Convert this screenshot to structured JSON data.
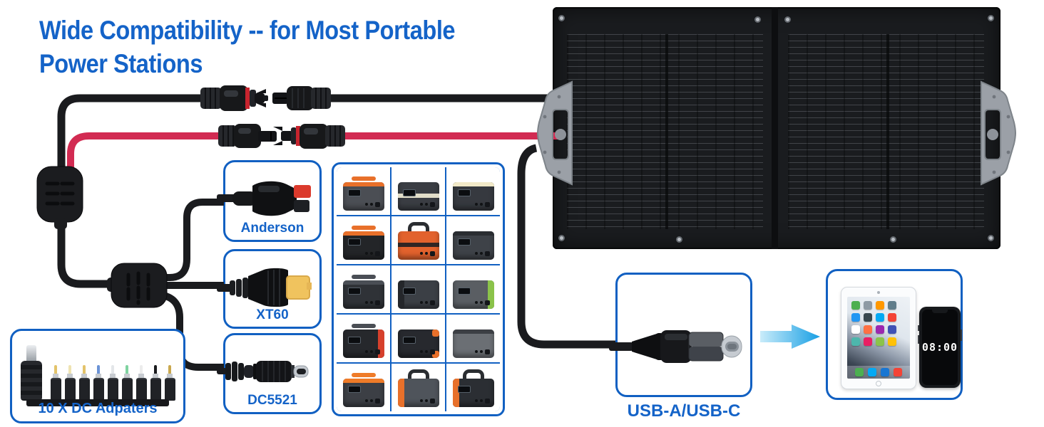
{
  "title": {
    "line1": "Wide Compatibility -- for Most Portable",
    "line2": "Power Stations"
  },
  "colors": {
    "title_blue": "#1463C8",
    "box_border_blue": "#1160C2",
    "cable_black": "#1A1B1E",
    "cable_red": "#D22B52",
    "mc4_red_band": "#C8242E",
    "xt60_yellow": "#F0C35E",
    "anderson_red": "#DB3A2C",
    "arrow_light": "#C9ECFA",
    "arrow_dark": "#189FE4",
    "handle_gray": "#9BA0A7"
  },
  "connector_boxes": [
    {
      "id": "anderson",
      "label": "Anderson",
      "icon": "anderson-connector-icon"
    },
    {
      "id": "xt60",
      "label": "XT60",
      "icon": "xt60-connector-icon"
    },
    {
      "id": "dc5521",
      "label": "DC5521",
      "icon": "dc5521-connector-icon"
    }
  ],
  "adapters_box": {
    "label": "10 X DC Adpaters",
    "tips": [
      "large",
      "#e3c36a",
      "#efe3b2",
      "#e3c36a",
      "#6b93d6",
      "#e3e6e9",
      "#7fd3a0",
      "#ececec",
      "#1a1b1e",
      "#caa84e"
    ]
  },
  "usb_box": {
    "label": "USB-A/USB-C",
    "icon": "usb-c-connector-icon"
  },
  "devices_box": {
    "phone_time": "08:00",
    "tablet_app_colors": [
      "#4caf50",
      "#8e9aa4",
      "#ff9800",
      "#607d8b",
      "#2196f3",
      "#37474f",
      "#03a9f4",
      "#f44336",
      "#ffffff",
      "#ff7043",
      "#9c27b0",
      "#3f51b5",
      "#4db6ac",
      "#e91e63",
      "#8bc34a",
      "#ffc107"
    ],
    "tablet_dock_colors": [
      "#4caf50",
      "#03a9f4",
      "#1976d2",
      "#f44336"
    ]
  },
  "power_stations": [
    {
      "body": "#4b4e54",
      "accent": "#e8702a",
      "accent_pos": "top",
      "handle": "bar",
      "screen": true
    },
    {
      "body": "#3a3d43",
      "accent": "#f5efd8",
      "accent_pos": "mid",
      "handle": "none",
      "screen": true
    },
    {
      "body": "#36393f",
      "accent": "#f1e9c8",
      "accent_pos": "top",
      "handle": "none",
      "screen": true
    },
    {
      "body": "#232528",
      "accent": "#e8702a",
      "accent_pos": "top",
      "handle": "bar",
      "screen": true
    },
    {
      "body": "#e2622d",
      "accent": "#1d1f22",
      "accent_pos": "mid",
      "handle": "arch",
      "screen": false
    },
    {
      "body": "#3e4248",
      "accent": "#2a2d31",
      "accent_pos": "top",
      "handle": "none",
      "screen": true
    },
    {
      "body": "#2f3237",
      "accent": "#4a4e55",
      "accent_pos": "top",
      "handle": "bar",
      "screen": true
    },
    {
      "body": "#3b3f45",
      "accent": "#24262a",
      "accent_pos": "left",
      "handle": "none",
      "screen": true
    },
    {
      "body": "#5a5e63",
      "accent": "#8bc34a",
      "accent_pos": "right",
      "handle": "none",
      "screen": true
    },
    {
      "body": "#26282c",
      "accent": "#d6402c",
      "accent_pos": "right",
      "handle": "bar",
      "screen": true
    },
    {
      "body": "#27292e",
      "accent": "#e8702a",
      "accent_pos": "corners",
      "handle": "none",
      "screen": true
    },
    {
      "body": "#6b6f74",
      "accent": "#3c3f44",
      "accent_pos": "top",
      "handle": "none",
      "screen": false
    },
    {
      "body": "#3c3f45",
      "accent": "#ef7b28",
      "accent_pos": "top",
      "handle": "bar",
      "screen": true
    },
    {
      "body": "#4f545b",
      "accent": "#e8702a",
      "accent_pos": "left",
      "handle": "arch",
      "screen": false
    },
    {
      "body": "#2b2e33",
      "accent": "#e8702a",
      "accent_pos": "left",
      "handle": "arch",
      "screen": true
    }
  ],
  "icons": {
    "solar_panel": "solar-panel",
    "mc4_black_pair": "mc4-connector-pair",
    "mc4_red_pair": "mc4-connector-pair",
    "cable_combiner": "cable-combiner",
    "cable_splitter": "cable-splitter",
    "arrow": "right-arrow-icon",
    "tablet": "tablet",
    "phone": "smartphone"
  }
}
